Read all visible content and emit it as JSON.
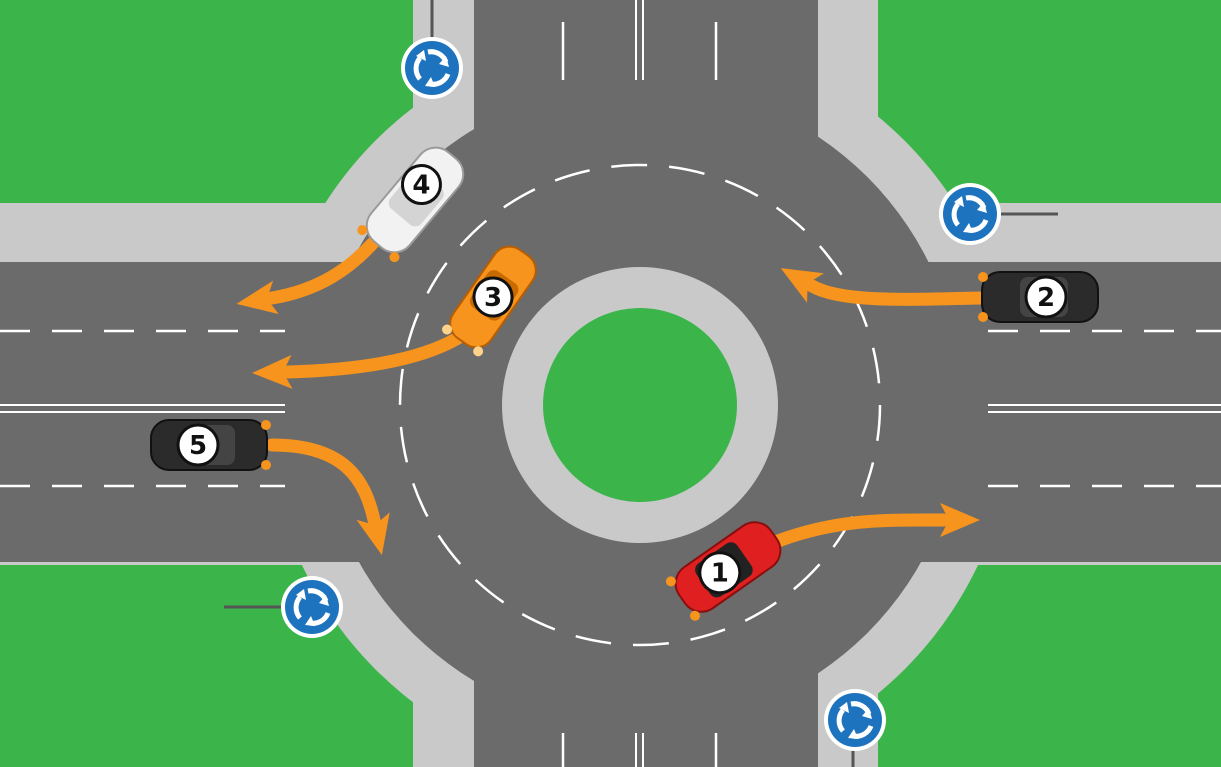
{
  "colors": {
    "grass": "#3bb54a",
    "sidewalk": "#c9c9c9",
    "asphalt": "#6b6b6b",
    "lane_marking": "#ffffff",
    "arrow": "#f7941d",
    "sign_blue": "#1e73be"
  },
  "signs": [
    {
      "name": "roundabout-sign-top-left",
      "icon": "roundabout-arrows-icon"
    },
    {
      "name": "roundabout-sign-right",
      "icon": "roundabout-arrows-icon"
    },
    {
      "name": "roundabout-sign-bottom-left",
      "icon": "roundabout-arrows-icon"
    },
    {
      "name": "roundabout-sign-bottom-right",
      "icon": "roundabout-arrows-icon"
    }
  ],
  "vehicles": [
    {
      "label": "1",
      "color": "red"
    },
    {
      "label": "2",
      "color": "black"
    },
    {
      "label": "3",
      "color": "orange"
    },
    {
      "label": "4",
      "color": "white"
    },
    {
      "label": "5",
      "color": "black"
    }
  ]
}
